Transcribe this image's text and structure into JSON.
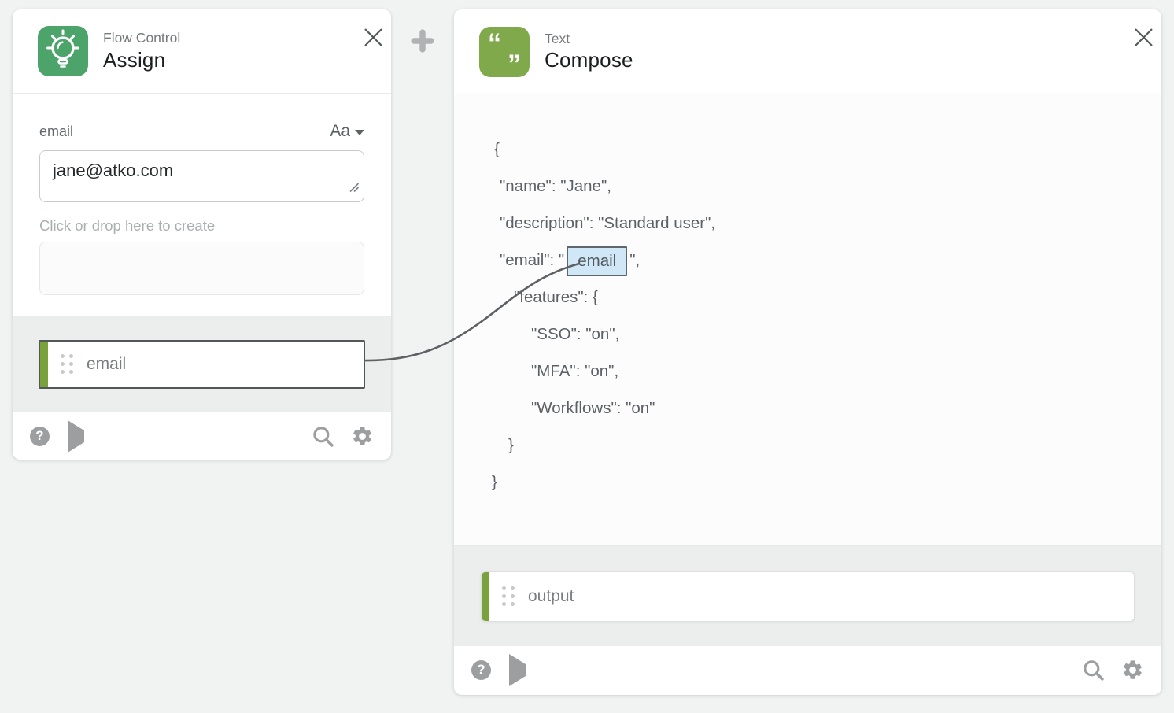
{
  "page": {
    "background": "#f1f2f2"
  },
  "icons": {
    "help_glyph": "?",
    "open_quote": "“",
    "close_quote": "”"
  },
  "connector": {
    "color": "#5e6163",
    "from": "assign-output-email",
    "to": "compose-email-token"
  },
  "add_step": {
    "icon": "plus-icon"
  },
  "assign_card": {
    "category": "Flow Control",
    "title": "Assign",
    "icon": "lightbulb-icon",
    "icon_bg": "#4da46a",
    "email_field": {
      "label": "email",
      "value": "jane@atko.com",
      "format_button": "Aa"
    },
    "drop_hint": "Click or drop here to create",
    "output_pill": {
      "label": "email",
      "stripe_color": "#7aa23c"
    }
  },
  "compose_card": {
    "category": "Text",
    "title": "Compose",
    "icon": "quotes-icon",
    "icon_bg": "#80a94b",
    "lines": [
      {
        "text": "{"
      },
      {
        "text": "\"name\": \"Jane\","
      },
      {
        "text": "\"description\": \"Standard user\","
      },
      {
        "pre": "\"email\": \"",
        "token": "email",
        "post": "\","
      },
      {
        "text": "\"features\": {"
      },
      {
        "text": "\"SSO\": \"on\","
      },
      {
        "text": "\"MFA\": \"on\","
      },
      {
        "text": "\"Workflows\": \"on\""
      },
      {
        "text": "}"
      },
      {
        "text": "}"
      }
    ],
    "output_pill": {
      "label": "output",
      "stripe_color": "#7aa23c"
    }
  }
}
